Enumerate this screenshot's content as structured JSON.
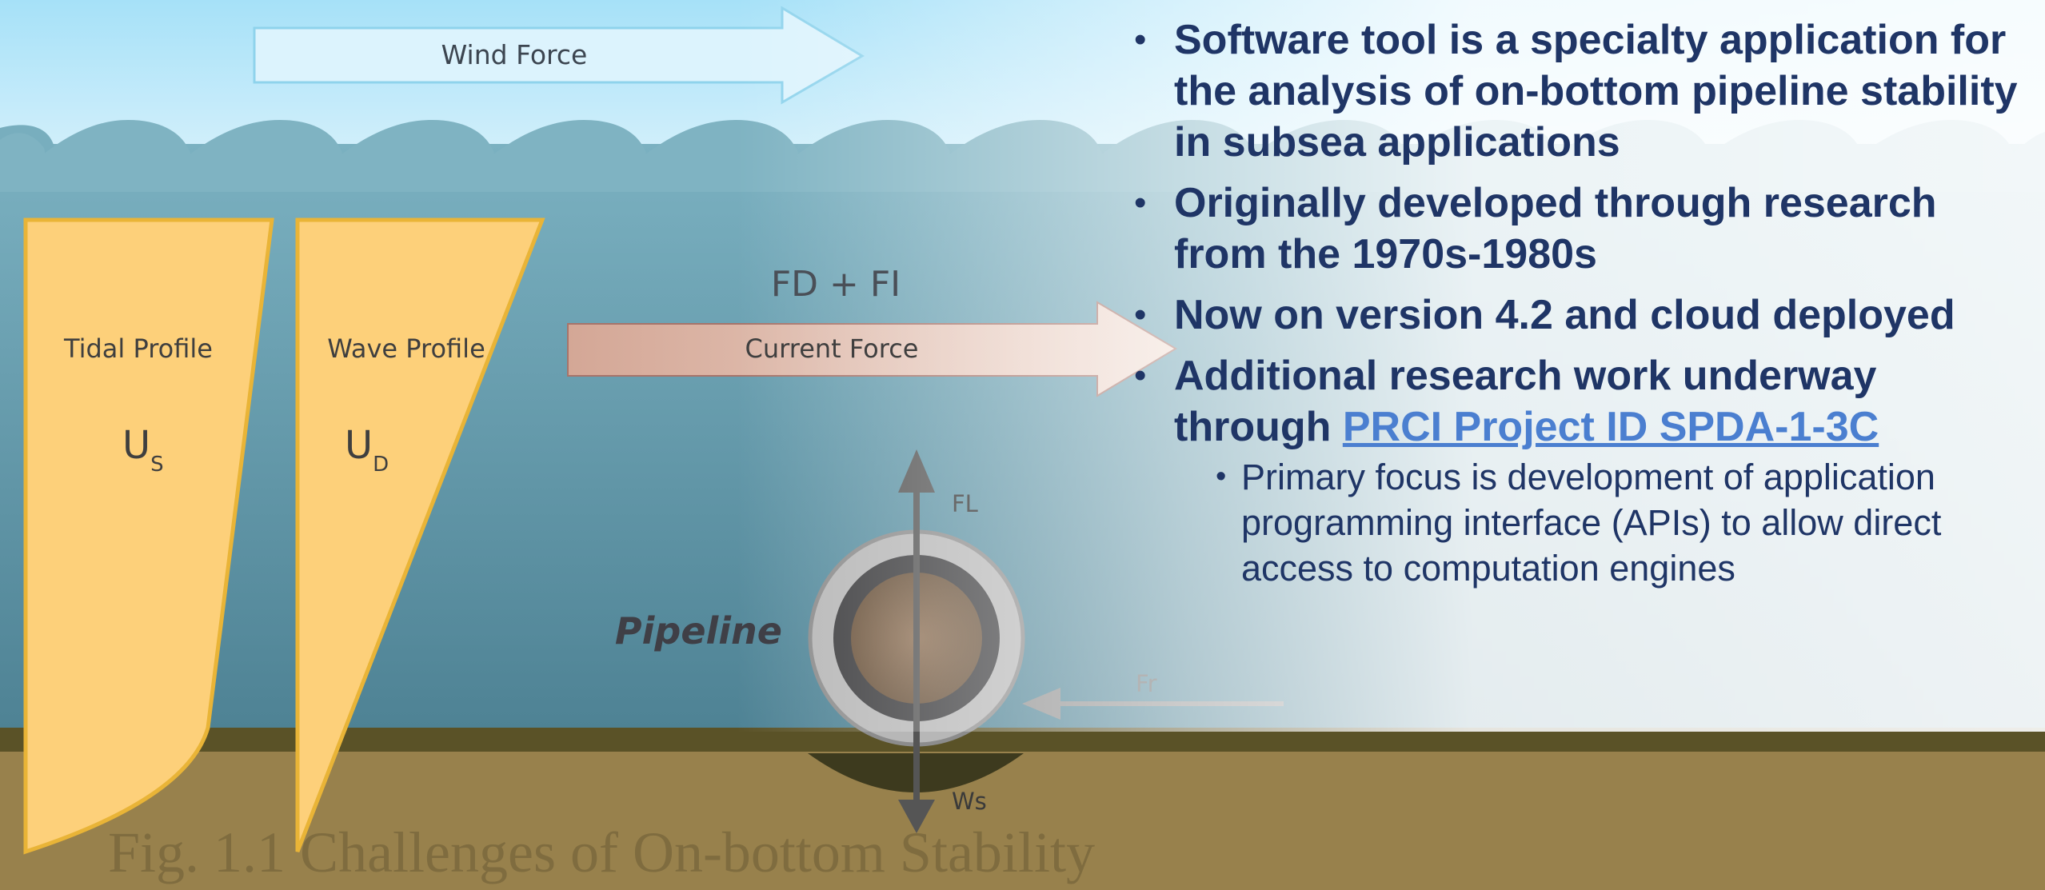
{
  "diagram": {
    "wind_force_label": "Wind Force",
    "current_force_label": "Current Force",
    "current_force_eq": "FD + FI",
    "tidal_profile_label": "Tidal Profile",
    "tidal_symbol": "U",
    "tidal_subscript": "S",
    "wave_profile_label": "Wave Profile",
    "wave_symbol": "U",
    "wave_subscript": "D",
    "pipeline_label": "Pipeline",
    "lift_force_label": "FL",
    "friction_force_label": "Fr",
    "weight_force_label": "Ws",
    "caption": "Fig. 1.1 Challenges of On-bottom Stability",
    "colors": {
      "profile_fill": "#fdd07a",
      "profile_stroke": "#e9b437",
      "seabed": "#98814c",
      "seabed_top": "#5a5227",
      "sky": "#b0e6fa",
      "water": "#5e93a4"
    }
  },
  "bullets": [
    {
      "text": "Software tool is a specialty application for the analysis of on-bottom pipeline stability in subsea applications"
    },
    {
      "text": "Originally developed through research from the 1970s-1980s"
    },
    {
      "text": "Now on version 4.2 and cloud deployed"
    },
    {
      "text_before": "Additional research work underway through ",
      "link_text": "PRCI Project ID SPDA-1-3C",
      "sub": [
        "Primary focus is development of application programming interface (APIs) to allow direct access to computation engines"
      ]
    }
  ]
}
